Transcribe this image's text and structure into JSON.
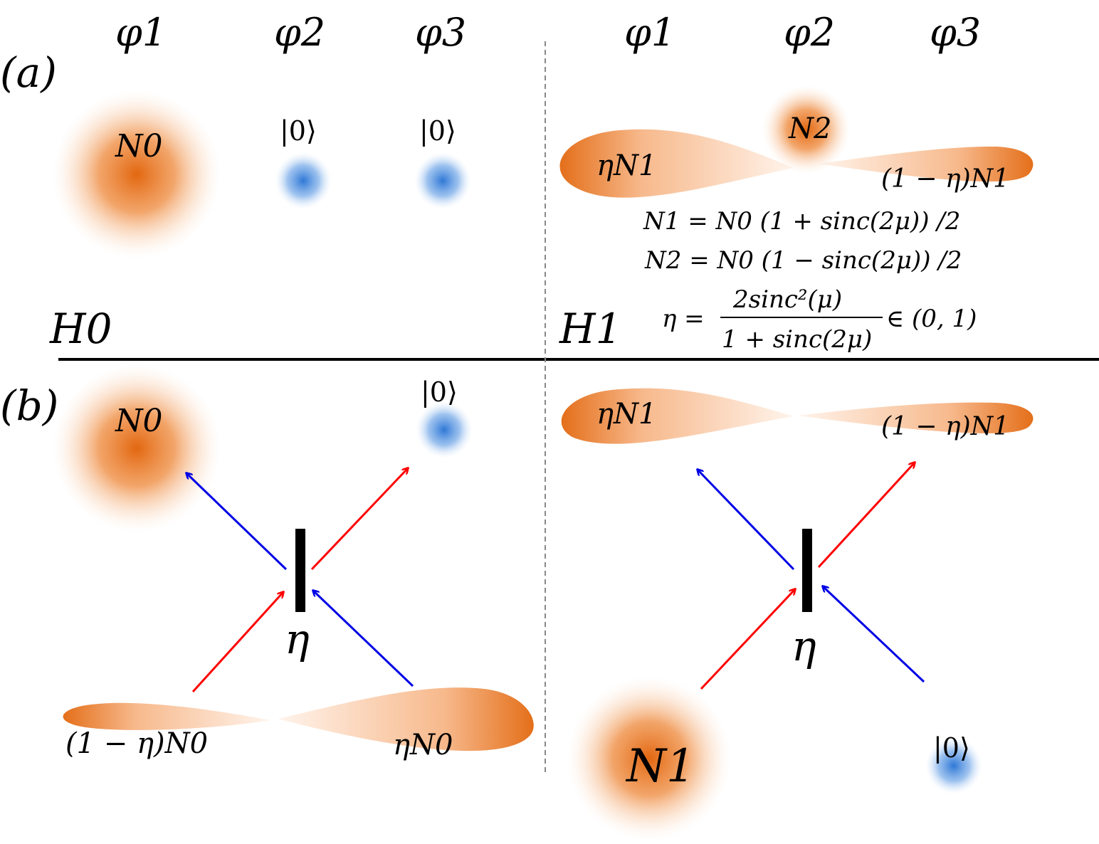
{
  "panels": {
    "a": {
      "label": "(a)",
      "mode_headers_left": [
        "φ1",
        "φ2",
        "φ3"
      ],
      "mode_headers_right": [
        "φ1",
        "φ2",
        "φ3"
      ],
      "H0": {
        "hypothesis": "H0",
        "blob_N0": "N0",
        "vacuum_1": "|0⟩",
        "vacuum_2": "|0⟩"
      },
      "H1": {
        "hypothesis": "H1",
        "lobe_left": "ηN1",
        "blob_N2": "N2",
        "lobe_right": "(1 − η)N1",
        "eq_N1": "N1 = N0 (1 + sinc(2μ)) /2",
        "eq_N2": "N2 = N0 (1 − sinc(2μ)) /2",
        "eq_eta_lhs": "η =",
        "eq_eta_num": "2sinc²(μ)",
        "eq_eta_den": "1 + sinc(2μ)",
        "eq_eta_rhs": "∈ (0, 1)"
      }
    },
    "b": {
      "label": "(b)",
      "H0": {
        "blob_N0": "N0",
        "vacuum": "|0⟩",
        "splitter_label": "η",
        "lobe_left": "(1 − η)N0",
        "lobe_right": "ηN0"
      },
      "H1": {
        "lobe_left": "ηN1",
        "lobe_right": "(1 − η)N1",
        "splitter_label": "η",
        "blob_N1": "N1",
        "vacuum": "|0⟩"
      }
    }
  },
  "colors": {
    "thermal_orange": "#e8721e",
    "vacuum_blue": "#3a7fd8",
    "arrow_red": "#ff0000",
    "arrow_blue": "#0000e6",
    "divider": "#000000",
    "dashed_divider": "#888888"
  }
}
